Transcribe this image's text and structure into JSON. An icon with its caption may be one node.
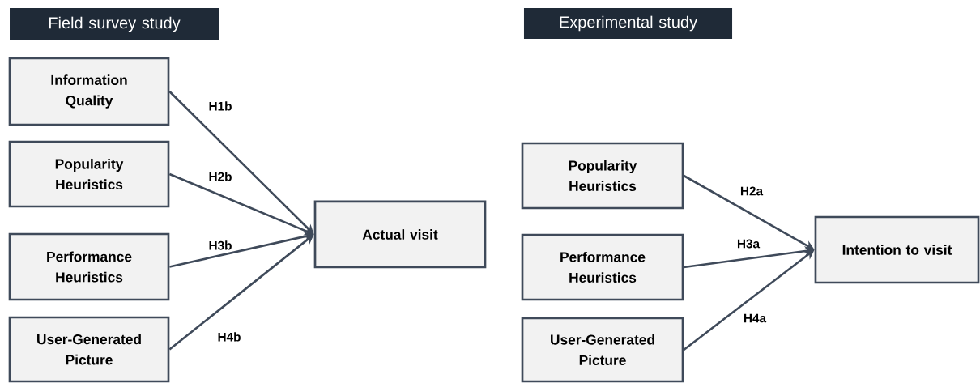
{
  "diagram": {
    "nodes": [
      {
        "text": [
          "Field survey study"
        ]
      },
      {
        "text": [
          "Experimental study"
        ]
      },
      {
        "text": [
          "Information Quality"
        ]
      },
      {
        "text": [
          "Popularity Heuristics"
        ]
      },
      {
        "text": [
          "Performance Heuristics"
        ]
      },
      {
        "text": [
          "User-Generated Picture"
        ]
      },
      {
        "text": [
          "Actual visit"
        ]
      },
      {
        "text": [
          "Popularity Heuristics"
        ]
      },
      {
        "text": [
          "Performance Heuristics"
        ]
      },
      {
        "text": [
          "User-Generated Picture"
        ]
      },
      {
        "text": [
          "Intention to visit"
        ]
      }
    ],
    "edges": [
      {
        "from": 2,
        "to": 6,
        "arrow": "to",
        "label": "H1b"
      },
      {
        "from": 3,
        "to": 6,
        "arrow": "to",
        "label": "H2b"
      },
      {
        "from": 4,
        "to": 6,
        "arrow": "to",
        "label": "H3b"
      },
      {
        "from": 5,
        "to": 6,
        "arrow": "to",
        "label": "H4b"
      },
      {
        "from": 7,
        "to": 10,
        "arrow": "to",
        "label": "H2a"
      },
      {
        "from": 8,
        "to": 10,
        "arrow": "to",
        "label": "H3a"
      },
      {
        "from": 9,
        "to": 10,
        "arrow": "to",
        "label": "H4a"
      }
    ]
  }
}
